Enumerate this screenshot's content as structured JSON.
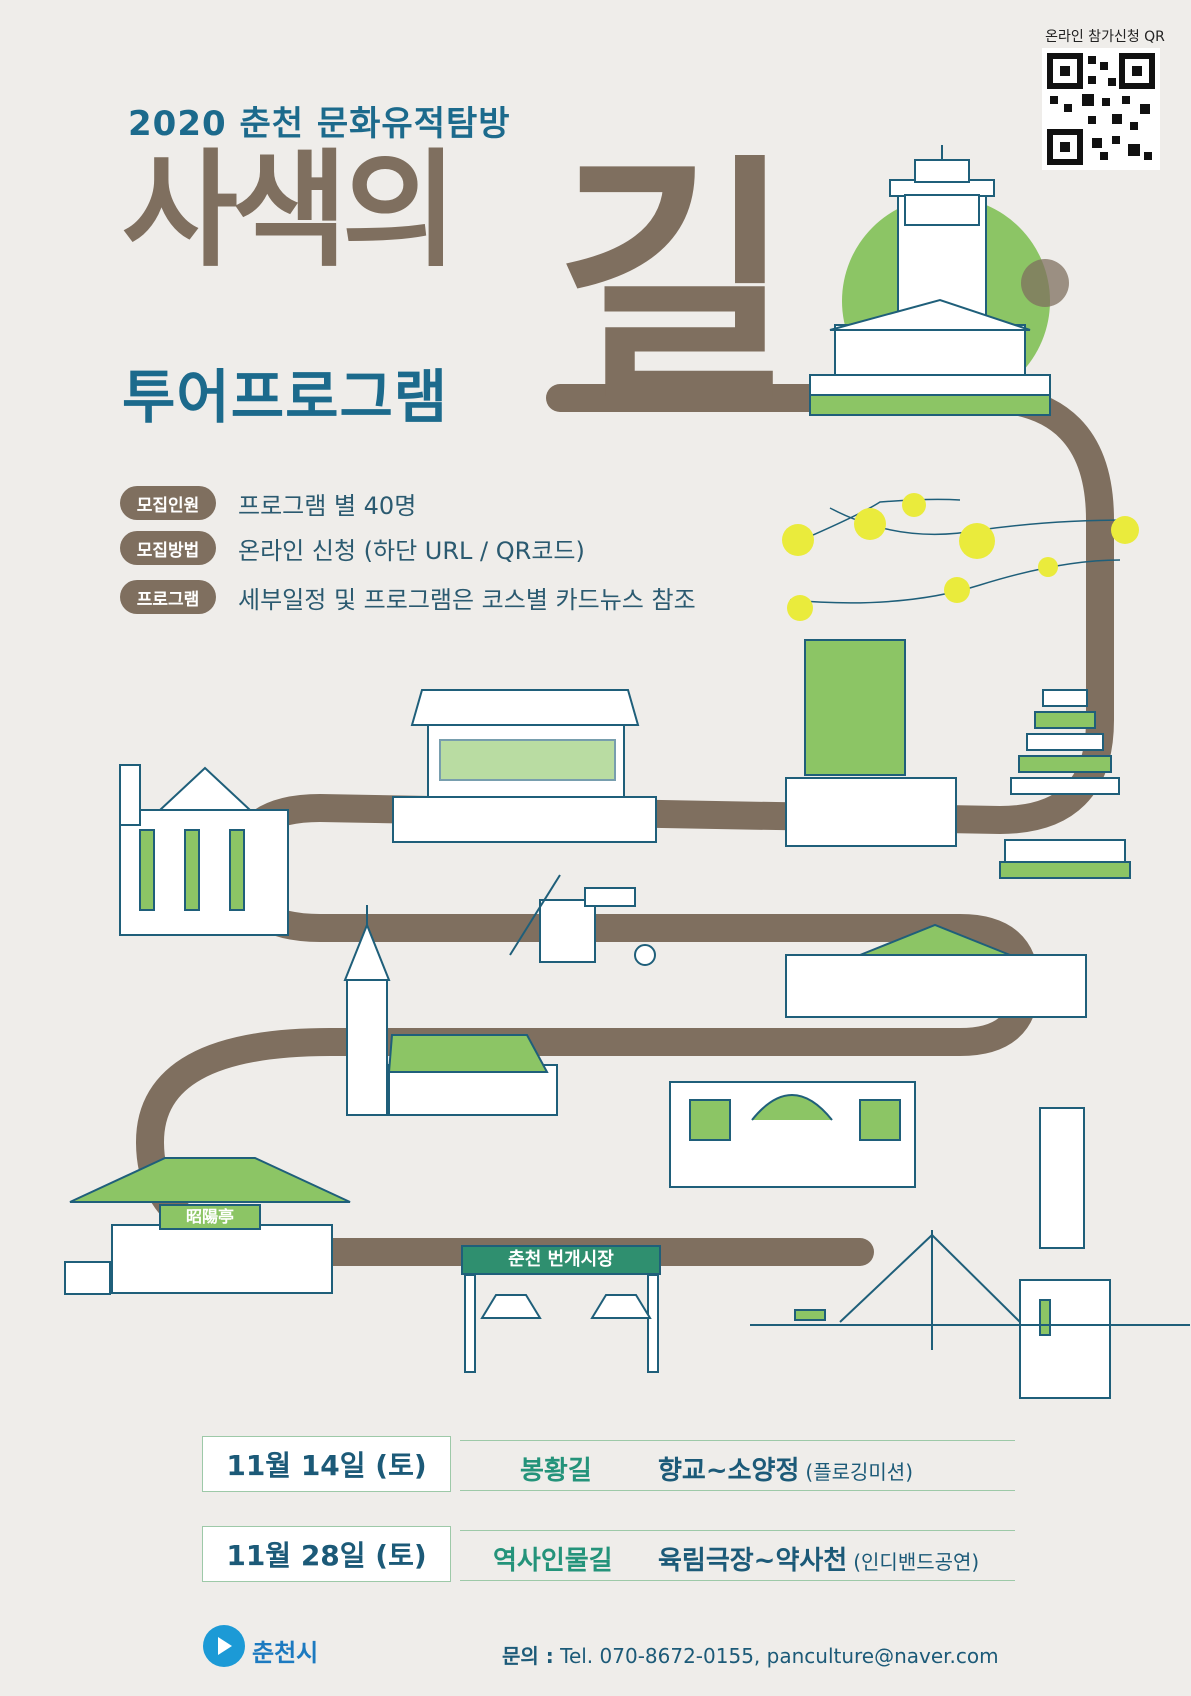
{
  "header": {
    "subtitle": "2020 춘천 문화유적탐방",
    "title_main": "사색의",
    "title_big": "길",
    "title_sub": "투어프로그램"
  },
  "qr": {
    "label": "온라인 참가신청 QR"
  },
  "info": [
    {
      "tag": "모집인원",
      "text": "프로그램 별 40명"
    },
    {
      "tag": "모집방법",
      "text": "온라인 신청 (하단 URL / QR코드)"
    },
    {
      "tag": "프로그램",
      "text": "세부일정 및 프로그램은 코스별 카드뉴스 참조"
    }
  ],
  "illustration": {
    "pavilion_sign": "昭陽亭",
    "market_sign": "춘천 번개시장"
  },
  "schedule": [
    {
      "date": "11월 14일 (토)",
      "name": "봉황길",
      "route": "향교~소양정",
      "note": "(플로깅미션)"
    },
    {
      "date": "11월 28일 (토)",
      "name": "역사인물길",
      "route": "육림극장~약사천",
      "note": "(인디밴드공연)"
    }
  ],
  "footer": {
    "logo_text": "춘천시",
    "contact_label": "문의 :",
    "contact": "Tel. 070-8672-0155, panculture@naver.com"
  },
  "colors": {
    "background": "#efedea",
    "brown": "#7f6f5f",
    "blue": "#1c6a8c",
    "green": "#8cc565",
    "teal": "#24937a",
    "yellow": "#eaeb3c"
  }
}
